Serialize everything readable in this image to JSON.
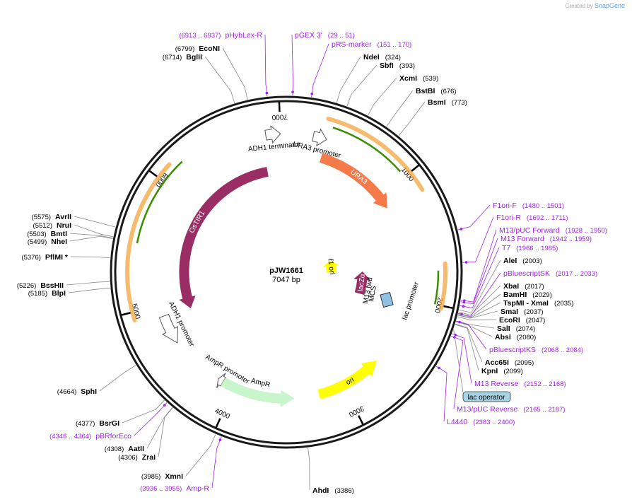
{
  "credit": {
    "prefix": "Created by",
    "brand": "SnapGene"
  },
  "plasmid": {
    "name": "pJW1661",
    "size_label": "7047 bp",
    "length": 7047
  },
  "colors": {
    "backbone": "#1a1a1a",
    "enzyme": "#000000",
    "primer": "#a020f0",
    "leader": "#888888",
    "orange_band": "#f2a640",
    "green_arrow": "#3a8f00",
    "ostir1": "#9a2d64",
    "ura3": "#f57a4a",
    "amp": "#c9f5cc",
    "ori": "#ffff00",
    "f1": "#ffff00",
    "lacz": "#9a2d64",
    "lac_operator": "#a7d4e4"
  },
  "ticks": [
    {
      "label": "1000",
      "bp": 1000
    },
    {
      "label": "2000",
      "bp": 2000
    },
    {
      "label": "3000",
      "bp": 3000
    },
    {
      "label": "4000",
      "bp": 4000
    },
    {
      "label": "5000",
      "bp": 5000
    },
    {
      "label": "6000",
      "bp": 6000
    },
    {
      "label": "7000",
      "bp": 7000
    }
  ],
  "features": [
    {
      "name": "OsTIR1",
      "label": "OsTIR1",
      "start": 4880,
      "end": 6840,
      "dir": -1,
      "ring": 0.59,
      "type": "cds"
    },
    {
      "name": "ADH1 terminator",
      "label": "ADH1 terminator",
      "start": 6880,
      "end": 7000,
      "dir": 1,
      "ring": 0.8,
      "type": "term"
    },
    {
      "name": "URA3 promoter",
      "label": "URA3 promoter",
      "start": 220,
      "end": 330,
      "dir": 1,
      "ring": 0.8,
      "type": "promoter"
    },
    {
      "name": "URA3",
      "label": "URA3",
      "start": 330,
      "end": 1130,
      "dir": 1,
      "ring": 0.69,
      "type": "cds"
    },
    {
      "name": "ADH1 promoter",
      "label": "ADH1 promoter",
      "start": 4640,
      "end": 4900,
      "dir": -1,
      "ring": 0.75,
      "type": "promoter"
    },
    {
      "name": "AmpR promoter",
      "label": "AmpR promoter",
      "start": 4110,
      "end": 4160,
      "dir": 1,
      "ring": 0.73,
      "type": "promoter"
    },
    {
      "name": "AmpR",
      "label": "AmpR",
      "start": 3450,
      "end": 4110,
      "dir": -1,
      "ring": 0.73,
      "type": "cds"
    },
    {
      "name": "ori",
      "label": "ori",
      "start": 2630,
      "end": 3230,
      "dir": -1,
      "ring": 0.73,
      "type": "ori"
    },
    {
      "name": "lacZ-alpha",
      "label": "lacZα",
      "start": 1750,
      "end": 2080,
      "dir": -1,
      "ring": 0.44,
      "type": "cds"
    },
    {
      "name": "f1 ori",
      "label": "f1 ori",
      "start": 1480,
      "end": 1770,
      "dir": -1,
      "ring": 0.26,
      "type": "ori"
    }
  ],
  "inner_labels": [
    {
      "text": "lac promoter"
    },
    {
      "text": "M13 fwd"
    },
    {
      "text": "MCS"
    }
  ],
  "enzymes_right": [
    {
      "name": "NdeI",
      "pos": "(324)",
      "bp": 324
    },
    {
      "name": "SbfI",
      "pos": "(393)",
      "bp": 393
    },
    {
      "name": "XcmI",
      "pos": "(539)",
      "bp": 539
    },
    {
      "name": "BstBI",
      "pos": "(676)",
      "bp": 676
    },
    {
      "name": "BsmI",
      "pos": "(773)",
      "bp": 773
    },
    {
      "name": "AleI",
      "pos": "(2003)",
      "bp": 2003
    },
    {
      "name": "XbaI",
      "pos": "(2017)",
      "bp": 2017
    },
    {
      "name": "BamHI",
      "pos": "(2029)",
      "bp": 2029
    },
    {
      "name": "TspMI - XmaI",
      "pos": "(2035)",
      "bp": 2035
    },
    {
      "name": "SmaI",
      "pos": "(2037)",
      "bp": 2037
    },
    {
      "name": "EcoRI",
      "pos": "(2047)",
      "bp": 2047
    },
    {
      "name": "SalI",
      "pos": "(2074)",
      "bp": 2074
    },
    {
      "name": "AbsI",
      "pos": "(2080)",
      "bp": 2080
    },
    {
      "name": "Acc65I",
      "pos": "(2095)",
      "bp": 2095
    },
    {
      "name": "KpnI",
      "pos": "(2099)",
      "bp": 2099
    },
    {
      "name": "AhdI",
      "pos": "(3386)",
      "bp": 3386
    }
  ],
  "enzymes_left": [
    {
      "name": "EcoNI",
      "pos": "(6799)",
      "bp": 6799
    },
    {
      "name": "BglII",
      "pos": "(6714)",
      "bp": 6714
    },
    {
      "name": "AvrII",
      "pos": "(5575)",
      "bp": 5575
    },
    {
      "name": "NruI",
      "pos": "(5512)",
      "bp": 5512
    },
    {
      "name": "BmtI",
      "pos": "(5503)",
      "bp": 5503
    },
    {
      "name": "NheI",
      "pos": "(5499)",
      "bp": 5499
    },
    {
      "name": "PflMI *",
      "pos": "(5376)",
      "bp": 5376
    },
    {
      "name": "BssHII",
      "pos": "(5226)",
      "bp": 5226
    },
    {
      "name": "BlpI",
      "pos": "(5185)",
      "bp": 5185
    },
    {
      "name": "SphI",
      "pos": "(4664)",
      "bp": 4664
    },
    {
      "name": "BsrGI",
      "pos": "(4377)",
      "bp": 4377
    },
    {
      "name": "AatII",
      "pos": "(4308)",
      "bp": 4308
    },
    {
      "name": "ZraI",
      "pos": "(4306)",
      "bp": 4306
    },
    {
      "name": "XmnI",
      "pos": "(3985)",
      "bp": 3985
    }
  ],
  "primers": [
    {
      "name": "pHybLex-R",
      "range": "(6913 .. 6937)",
      "bp": 6925
    },
    {
      "name": "pGEX 3'",
      "range": "(29 .. 51)",
      "bp": 40
    },
    {
      "name": "pRS-marker",
      "range": "(151 .. 170)",
      "bp": 160
    },
    {
      "name": "F1ori-F",
      "range": "(1480 .. 1501)",
      "bp": 1490
    },
    {
      "name": "F1ori-R",
      "range": "(1692 .. 1711)",
      "bp": 1700
    },
    {
      "name": "M13/pUC Forward",
      "range": "(1928 .. 1950)",
      "bp": 1939
    },
    {
      "name": "M13 Forward",
      "range": "(1942 .. 1959)",
      "bp": 1950
    },
    {
      "name": "T7",
      "range": "(1966 .. 1985)",
      "bp": 1975
    },
    {
      "name": "pBluescriptSK",
      "range": "(2017 .. 2033)",
      "bp": 2025
    },
    {
      "name": "pBluescriptKS",
      "range": "(2068 .. 2084)",
      "bp": 2076
    },
    {
      "name": "M13 Reverse",
      "range": "(2152 .. 2168)",
      "bp": 2160
    },
    {
      "name": "M13/pUC Reverse",
      "range": "(2165 .. 2187)",
      "bp": 2176
    },
    {
      "name": "L4440",
      "range": "(2383 .. 2400)",
      "bp": 2390
    },
    {
      "name": "pBRforEco",
      "range": "(4346 .. 4364)",
      "bp": 4355
    },
    {
      "name": "Amp-R",
      "range": "(3936 .. 3955)",
      "bp": 3945
    }
  ],
  "lac_operator": {
    "label": "lac operator",
    "bp": 2130
  }
}
